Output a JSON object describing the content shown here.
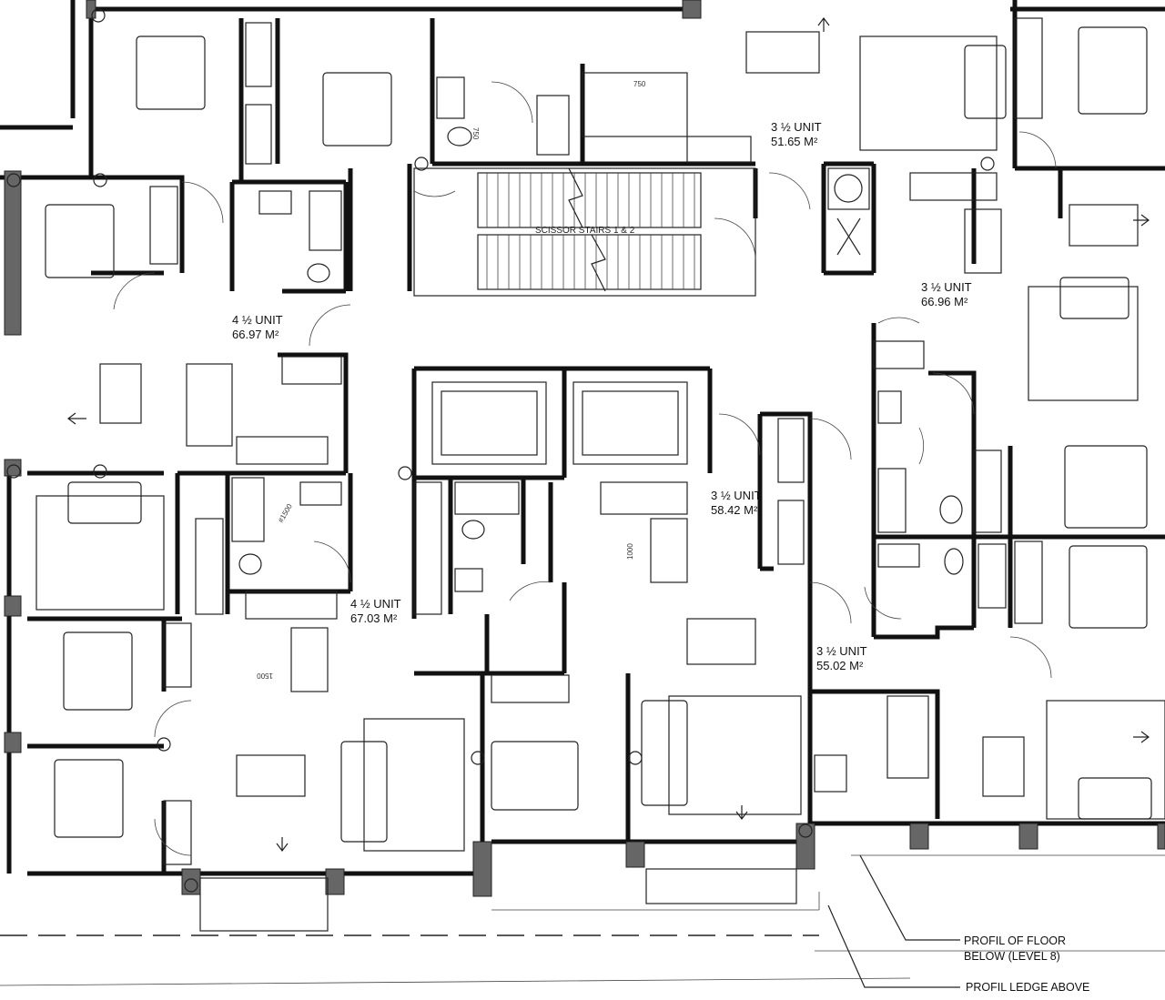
{
  "units": [
    {
      "id": "unit-a",
      "type": "4 ½ UNIT",
      "area": "66.97 M²"
    },
    {
      "id": "unit-b",
      "type": "4 ½ UNIT",
      "area": "67.03 M²"
    },
    {
      "id": "unit-c",
      "type": "3 ½ UNIT",
      "area": "51.65 M²"
    },
    {
      "id": "unit-d",
      "type": "3 ½ UNIT",
      "area": "66.96 M²"
    },
    {
      "id": "unit-e",
      "type": "3 ½ UNIT",
      "area": "58.42 M²"
    },
    {
      "id": "unit-f",
      "type": "3 ½ UNIT",
      "area": "55.02 M²"
    }
  ],
  "stair_label": "SCISSOR STAIRS 1 & 2",
  "dimension_tags": [
    "750",
    "#1500",
    "1000",
    "1500",
    "750"
  ],
  "notes": {
    "floor_below": [
      "PROFIL OF FLOOR",
      "BELOW (LEVEL 8)"
    ],
    "ledge_above": "PROFIL LEDGE ABOVE"
  }
}
